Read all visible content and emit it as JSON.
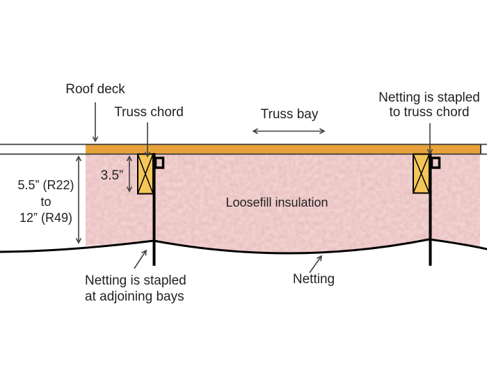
{
  "annotations": {
    "roof_deck": "Roof deck",
    "truss_chord": "Truss chord",
    "truss_bay": "Truss bay",
    "netting_stapled_chord": [
      "Netting is stapled",
      "to truss chord"
    ],
    "insulation_depth": [
      "5.5” (R22)",
      "to",
      "12” (R49)"
    ],
    "chord_height": "3.5”",
    "loosefill": "Loosefill insulation",
    "netting_stapled_bays": [
      "Netting is stapled",
      "at adjoining bays"
    ],
    "netting": "Netting"
  },
  "colors": {
    "roof_deck": "#E8A23B",
    "insulation_base": "#F2D3D2",
    "insulation_mottle": "#D9A3A2",
    "truss_chord": "#F4C65A",
    "outline": "#000000",
    "annotation": "#3F3F3F",
    "deck_line": "#3B3B3B"
  }
}
